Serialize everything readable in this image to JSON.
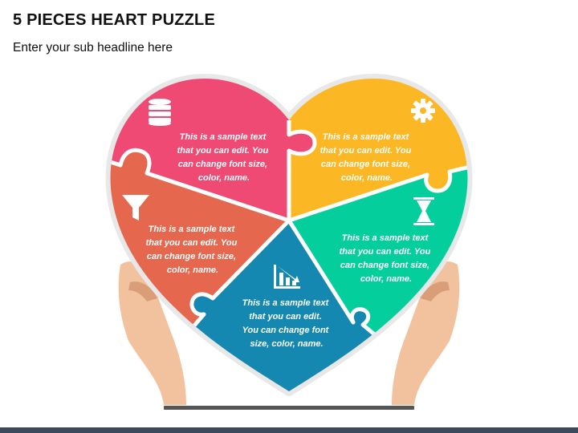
{
  "header": {
    "title": "5 PIECES HEART PUZZLE",
    "subtitle": "Enter your sub headline here"
  },
  "pieces": [
    {
      "id": "pink",
      "color": "#ef4a74",
      "icon": "database-icon",
      "lines": [
        "This is a sample text",
        "that you can edit. You",
        "can change font size,",
        "color, name."
      ]
    },
    {
      "id": "yellow",
      "color": "#fbb724",
      "icon": "gear-icon",
      "lines": [
        "This is a sample text",
        "that you can edit. You",
        "can change font size,",
        "color, name."
      ]
    },
    {
      "id": "orange",
      "color": "#e4674e",
      "icon": "funnel-icon",
      "lines": [
        "This is a sample text",
        "that you can edit. You",
        "can change font size,",
        "color, name."
      ]
    },
    {
      "id": "green",
      "color": "#04cf9c",
      "icon": "hourglass-icon",
      "lines": [
        "This is a sample text",
        "that you can edit. You",
        "can change font size,",
        "color, name."
      ]
    },
    {
      "id": "blue",
      "color": "#1588b1",
      "icon": "bar-chart-icon",
      "lines": [
        "This is a sample text",
        "that you can edit.",
        "You can change font",
        "size, color, name."
      ]
    }
  ],
  "colors": {
    "outline": "#e8e8e8",
    "skin": "#f2c29f",
    "skin_shadow": "#d99e78",
    "stand": "#555555"
  }
}
